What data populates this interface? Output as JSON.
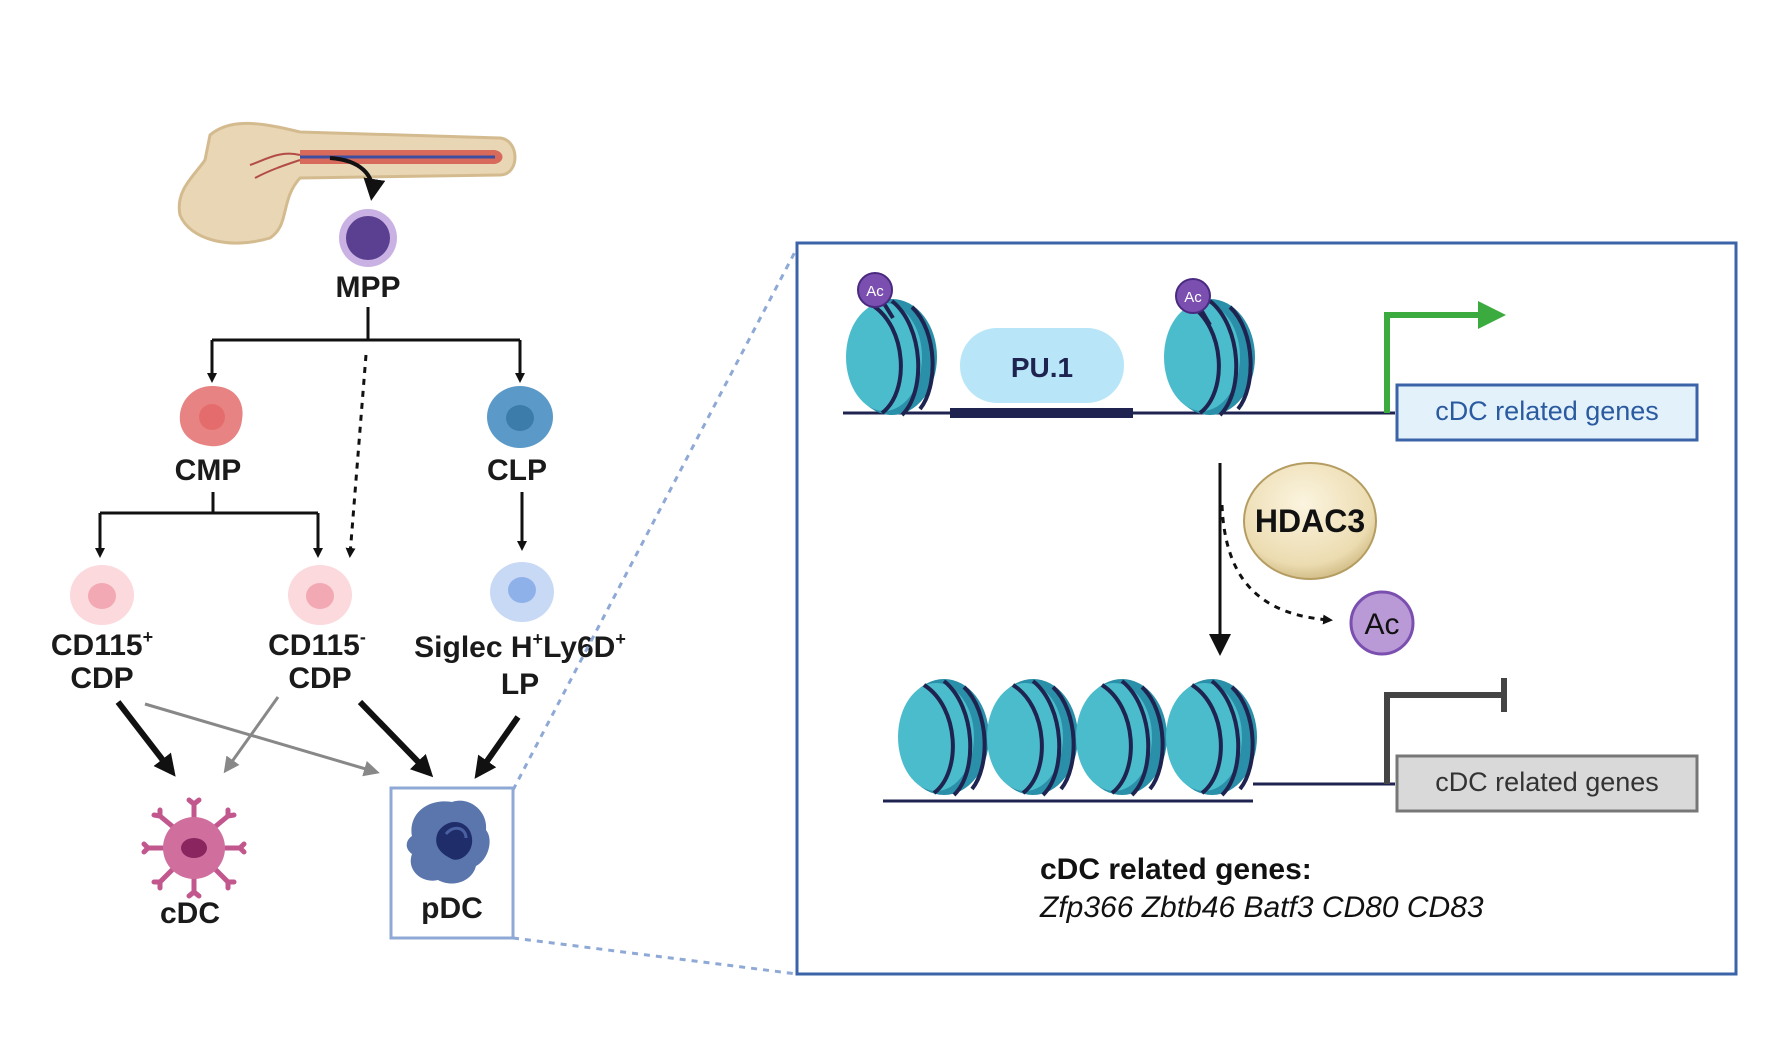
{
  "cells": {
    "mpp": "MPP",
    "cmp": "CMP",
    "clp": "CLP",
    "cdp_pos": {
      "line1": "CD115",
      "sup": "+",
      "line2": "CDP"
    },
    "cdp_neg": {
      "line1": "CD115",
      "sup": "-",
      "line2": "CDP"
    },
    "lp": {
      "a": "Siglec H",
      "a_sup": "+",
      "b": "Ly6D",
      "b_sup": "+",
      "line2": "LP"
    },
    "cdc": "cDC",
    "pdc": "pDC"
  },
  "panel": {
    "pu1": "PU.1",
    "ac_mark": "Ac",
    "hdac3": "HDAC3",
    "ac_released": "Ac",
    "gene_box_active": "cDC related genes",
    "gene_box_repressed": "cDC related genes",
    "genes_heading": "cDC related genes:",
    "genes_list": "Zfp366 Zbtb46 Batf3 CD80 CD83"
  },
  "colors": {
    "panel_border": "#3a63a8",
    "dashed_zoom": "#8fa9d6",
    "nucleosome": "#4bbccc",
    "nucleosome_dark": "#2a8fa8",
    "dna": "#1f2350",
    "pu1": "#b8e6f8",
    "active_arrow": "#3bab3f",
    "active_box": "#e3f1fb",
    "repressed_box": "#d9d9d9",
    "hdac3": "#efe3bf",
    "ac": "#b99ad6",
    "mpp": "#5b3f90",
    "cmp": "#e88383",
    "clp": "#5b9ac8",
    "cdp": "#f8c8cf",
    "lp": "#a9c3ef",
    "cdc": "#c2578d",
    "pdc": "#5b76ad",
    "bone": "#e8d6b4"
  }
}
